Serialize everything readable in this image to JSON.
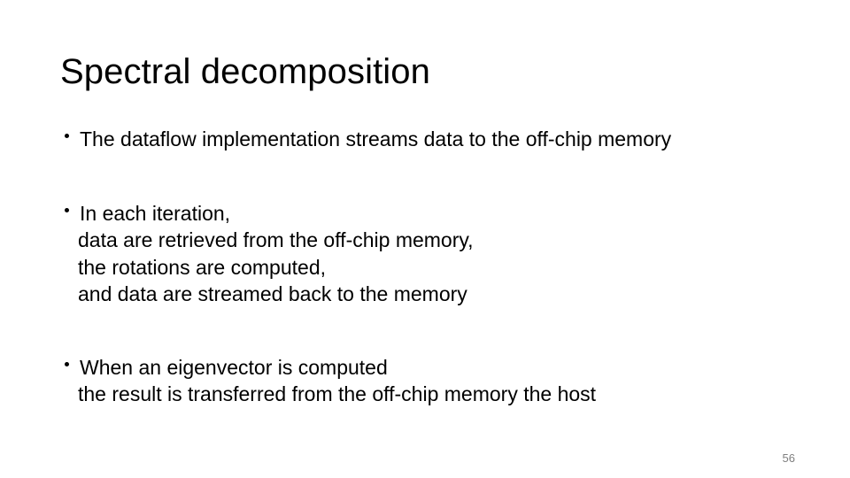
{
  "slide": {
    "title": "Spectral decomposition",
    "page_number": "56",
    "background_color": "#ffffff",
    "text_color": "#000000",
    "page_number_color": "#7f7f7f",
    "bullet_marker": "•",
    "bullets": [
      {
        "lines": [
          "The dataflow implementation streams data to the off-chip memory"
        ]
      },
      {
        "lines": [
          "In each iteration,",
          "data are retrieved from the off-chip memory,",
          "the rotations are computed,",
          "and data are streamed back to the memory"
        ]
      },
      {
        "lines": [
          "When an eigenvector is computed",
          "the result is transferred from the off-chip memory the host"
        ]
      }
    ]
  }
}
